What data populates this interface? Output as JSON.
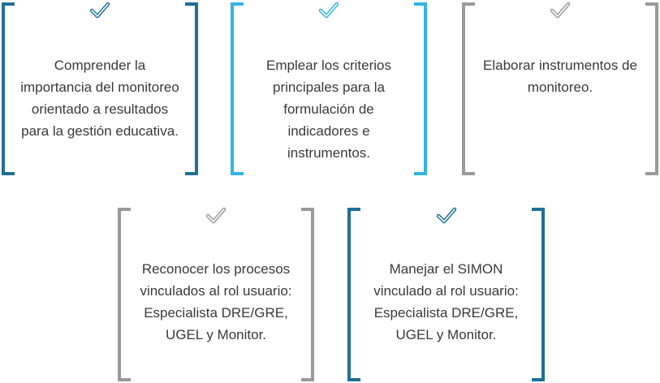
{
  "colors": {
    "dark_blue": "#1f6f97",
    "light_blue": "#34b3e4",
    "gray": "#9a9a9a"
  },
  "items": [
    {
      "icon": "check-icon",
      "text": "Comprender la importancia del monitoreo orientado a resultados para la gestión educativa."
    },
    {
      "icon": "check-icon",
      "text": "Emplear los criterios principales para la formulación de indicadores e instrumentos."
    },
    {
      "icon": "check-icon",
      "text": "Elaborar instrumentos de monitoreo."
    },
    {
      "icon": "check-icon",
      "text": "Reconocer los procesos vinculados al rol usuario: Especialista DRE/GRE, UGEL y Monitor."
    },
    {
      "icon": "check-icon",
      "text": "Manejar el SIMON vinculado al rol usuario: Especialista DRE/GRE, UGEL y Monitor."
    }
  ]
}
